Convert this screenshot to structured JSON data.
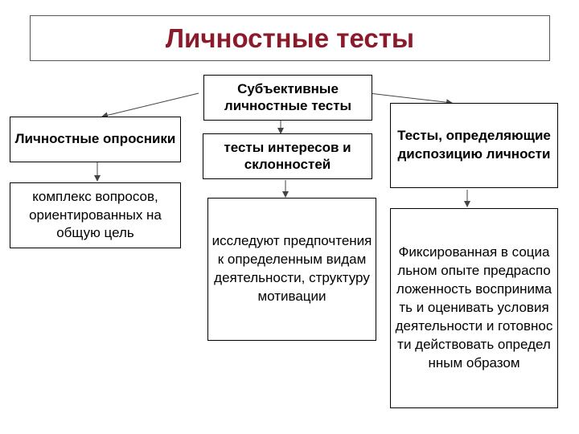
{
  "title": "Личностные тесты",
  "nodes": {
    "subjective": "Субъективные личностные тесты",
    "questionnaires": "Личностные опросники",
    "interest_tests": "тесты интересов и склонностей",
    "disposition_tests": "Тесты, определяющие диспозицию личности",
    "questionnaires_desc": "комплекс вопросов, ориентированных на общую цель",
    "interest_desc": "исследуют предпочтения к определенным видам деятельности, структуру мотивации",
    "disposition_desc": "Фиксированная в социальном опыте предрасположенность воспринимать и оценивать условия деятельности и готовности действовать определнным образом"
  },
  "colors": {
    "title": "#8b1a2b",
    "lines": "#444444"
  }
}
